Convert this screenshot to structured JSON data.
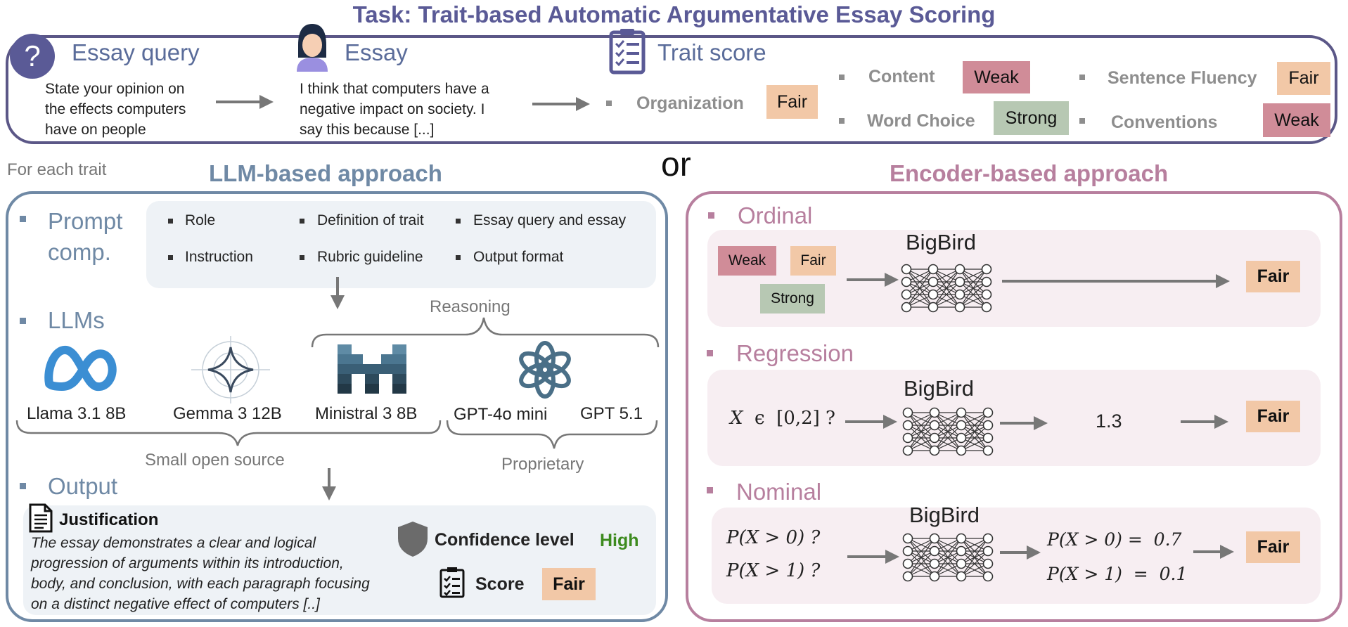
{
  "title": "Task: Trait-based Automatic Argumentative Essay Scoring",
  "task": {
    "essay_query": {
      "header": "Essay query",
      "lines": [
        "State your opinion on",
        "the effects computers",
        "have on people"
      ]
    },
    "essay": {
      "header": "Essay",
      "lines": [
        "I think that computers have a",
        "negative impact on society. I",
        "say this because [...]"
      ]
    },
    "trait_score": {
      "header": "Trait score",
      "traits": [
        {
          "label": "Organization",
          "score": "Fair"
        },
        {
          "label": "Content",
          "score": "Weak"
        },
        {
          "label": "Word Choice",
          "score": "Strong"
        },
        {
          "label": "Sentence Fluency",
          "score": "Fair"
        },
        {
          "label": "Conventions",
          "score": "Weak"
        }
      ]
    }
  },
  "for_each_trait": "For each trait",
  "or_label": "or",
  "llm": {
    "title": "LLM-based approach",
    "prompt_header_1": "Prompt",
    "prompt_header_2": "comp.",
    "prompt_items": [
      "Role",
      "Definition of trait",
      "Essay query and essay",
      "Instruction",
      "Rubric guideline",
      "Output format"
    ],
    "llms_header": "LLMs",
    "reasoning": "Reasoning",
    "models": [
      "Llama 3.1 8B",
      "Gemma 3 12B",
      "Ministral 3 8B",
      "GPT-4o mini",
      "GPT 5.1"
    ],
    "small_open_source": "Small open source",
    "proprietary": "Proprietary",
    "output_header": "Output",
    "justification_title": "Justification",
    "justification_lines": [
      "The essay demonstrates a clear and logical",
      "progression of arguments within its introduction,",
      "body, and conclusion, with each paragraph focusing",
      "on a distinct negative effect of computers [..]"
    ],
    "confidence_label": "Confidence level",
    "confidence_value": "High",
    "score_label": "Score",
    "score_value": "Fair"
  },
  "encoder": {
    "title": "Encoder-based approach",
    "model": "BigBird",
    "ordinal": {
      "header": "Ordinal",
      "labels": [
        "Weak",
        "Fair",
        "Strong"
      ],
      "output": "Fair"
    },
    "regression": {
      "header": "Regression",
      "input_var": "X",
      "input_rel": "ϵ",
      "input_range": "[0,2] ?",
      "value": "1.3",
      "output": "Fair"
    },
    "nominal": {
      "header": "Nominal",
      "inputs": [
        "P(X > 0) ?",
        "P(X > 1) ?"
      ],
      "outputs": [
        "P(X > 0) =  0.7",
        "P(X > 1)  =  0.1"
      ],
      "output": "Fair"
    }
  },
  "colors": {
    "title": "#5a5a96",
    "llm_accent": "#6f89a5",
    "encoder_accent": "#b77f9e",
    "fair": "#f2c8a7",
    "weak": "#d08c98",
    "strong": "#b7c8b3",
    "high": "#3d8b1f"
  }
}
